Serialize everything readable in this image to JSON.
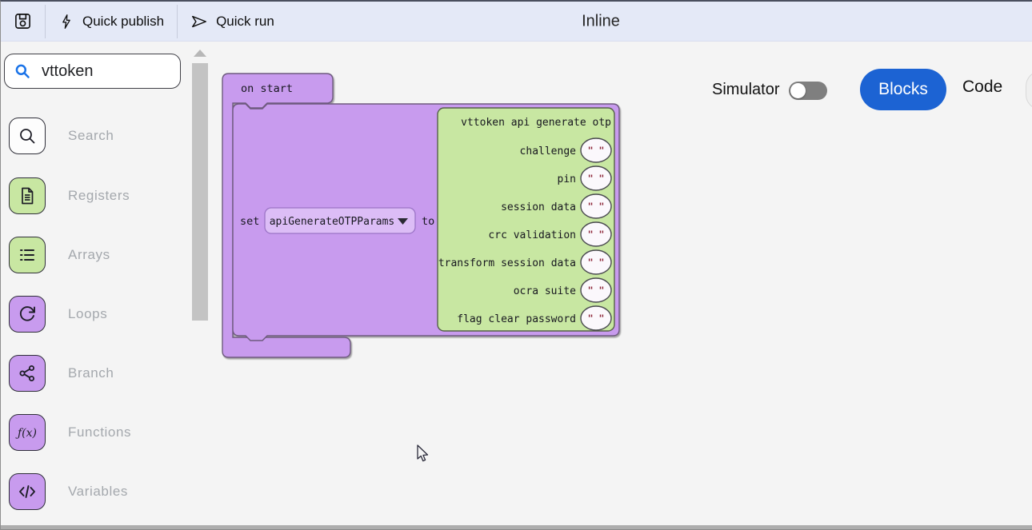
{
  "topbar": {
    "quick_publish_label": "Quick publish",
    "quick_run_label": "Quick run",
    "title": "Inline",
    "icons": {
      "save": "floppy-disk",
      "publish": "lightning-bolt",
      "run": "send-arrow"
    }
  },
  "sidebar": {
    "search": {
      "value": "vttoken",
      "placeholder": ""
    },
    "categories": [
      {
        "label": "Search",
        "tile": "outline",
        "icon": "magnifier"
      },
      {
        "label": "Registers",
        "tile": "green",
        "icon": "document"
      },
      {
        "label": "Arrays",
        "tile": "green",
        "icon": "bullet-list"
      },
      {
        "label": "Loops",
        "tile": "purple",
        "icon": "rotate-arrow"
      },
      {
        "label": "Branch",
        "tile": "purple",
        "icon": "share-nodes"
      },
      {
        "label": "Functions",
        "tile": "purple",
        "icon": "f-of-x"
      },
      {
        "label": "Variables",
        "tile": "purple",
        "icon": "code-brackets"
      }
    ]
  },
  "workspace": {
    "on_start_label": "on start",
    "set_label": "set",
    "variable_dropdown_value": "apiGenerateOTPParams",
    "to_label": "to",
    "api_block": {
      "title": "vttoken api generate otp",
      "params": [
        "challenge",
        "pin",
        "session data",
        "crc validation",
        "transform session data",
        "ocra suite",
        "flag clear password"
      ],
      "empty_value": "\" \""
    }
  },
  "view_controls": {
    "simulator_label": "Simulator",
    "simulator_on": false,
    "blocks_label": "Blocks",
    "code_label": "Code",
    "active_view": "Blocks"
  },
  "colors": {
    "purple_block": "#c89bee",
    "green_block": "#c8e7a2",
    "blocks_button": "#1c63d3",
    "topbar_bg": "#e4e9f7"
  }
}
